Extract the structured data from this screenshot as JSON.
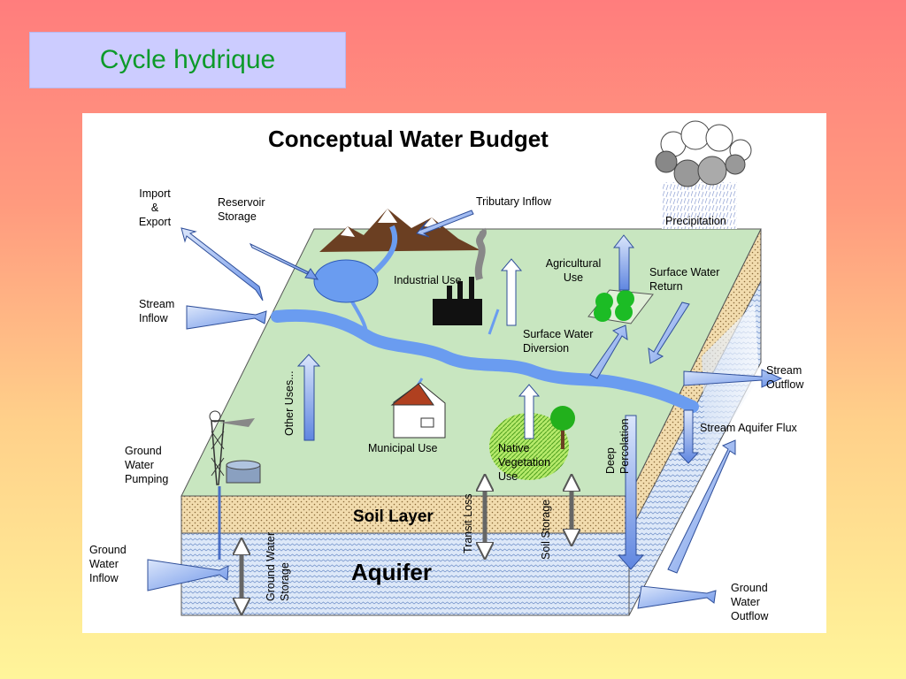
{
  "slide": {
    "title": "Cycle hydrique"
  },
  "diagram": {
    "title": "Conceptual Water Budget",
    "layers": {
      "soil": "Soil Layer",
      "aquifer": "Aquifer"
    },
    "labels": {
      "import_export": [
        "Import",
        "&",
        "Export"
      ],
      "reservoir_storage": [
        "Reservoir",
        "Storage"
      ],
      "tributary_inflow": [
        "Tributary Inflow"
      ],
      "precipitation": [
        "Precipitation"
      ],
      "agricultural_use": [
        "Agricultural",
        "Use"
      ],
      "industrial_use": [
        "Industrial Use"
      ],
      "surface_water_return": [
        "Surface Water",
        "Return"
      ],
      "stream_inflow": [
        "Stream",
        "Inflow"
      ],
      "surface_water_diversion": [
        "Surface Water",
        "Diversion"
      ],
      "stream_outflow": [
        "Stream",
        "Outflow"
      ],
      "other_uses": [
        "Other Uses..."
      ],
      "stream_aquifer_flux": [
        "Stream Aquifer Flux"
      ],
      "municipal_use": [
        "Municipal Use"
      ],
      "deep_percolation": [
        "Deep",
        "Percolation"
      ],
      "native_vegetation_use": [
        "Native",
        "Vegetation",
        "Use"
      ],
      "ground_water_pumping": [
        "Ground",
        "Water",
        "Pumping"
      ],
      "transit_loss": [
        "Transit Loss"
      ],
      "soil_storage": [
        "Soil Storage"
      ],
      "ground_water_inflow": [
        "Ground",
        "Water",
        "Inflow"
      ],
      "ground_water_storage": [
        "Ground Water",
        "Storage"
      ],
      "ground_water_outflow": [
        "Ground",
        "Water",
        "Outflow"
      ]
    }
  }
}
